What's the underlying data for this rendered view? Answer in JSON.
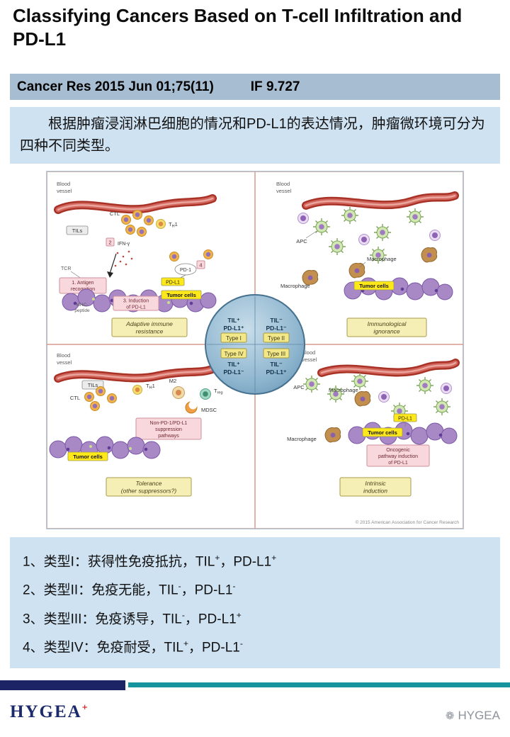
{
  "title": "Classifying Cancers Based on T-cell Infiltration and PD-L1",
  "citation": {
    "reference": "Cancer Res 2015 Jun 01;75(11)",
    "impact_factor": "IF 9.727"
  },
  "intro": "根据肿瘤浸润淋巴细胞的情况和PD-L1的表达情况，肿瘤微环境可分为四种不同类型。",
  "figure": {
    "copyright": "© 2015 American Association for Cancer Research",
    "shared": {
      "t": "T",
      "h_sub": "H",
      "one": "1",
      "reg_sub": "reg"
    },
    "center": {
      "til_pos": "TIL⁺",
      "til_neg": "TIL⁻",
      "pdl1_pos": "PD-L1⁺",
      "pdl1_neg": "PD-L1⁻",
      "type1": "Type I",
      "type2": "Type II",
      "type3": "Type III",
      "type4": "Type IV"
    },
    "tl": {
      "blood1": "Blood",
      "blood2": "vessel",
      "ctl": "CTL",
      "tils": "TILs",
      "step2": "2",
      "ifng": "IFN-γ",
      "tcr": "TCR",
      "pd1": "PD-1",
      "step4": "4",
      "step1_l1": "1. Antigen",
      "step1_l2": "recognition",
      "mhc_l1": "MHC-",
      "mhc_l2": "peptide",
      "pdl1": "PD-L1",
      "tumor": "Tumor cells",
      "step3_l1": "3. Induction",
      "step3_l2": "of PD-L1",
      "banner_l1": "Adaptive immune",
      "banner_l2": "resistance"
    },
    "tr": {
      "blood1": "Blood",
      "blood2": "vessel",
      "apc": "APC",
      "mac": "Macrophage",
      "tumor": "Tumor cells",
      "banner_l1": "Immunological",
      "banner_l2": "ignorance"
    },
    "bl": {
      "blood1": "Blood",
      "blood2": "vessel",
      "tils": "TILs",
      "ctl": "CTL",
      "m2": "M2",
      "mdsc": "MDSC",
      "supp_l1": "Non-PD-1/PD-L1",
      "supp_l2": "suppression",
      "supp_l3": "pathways",
      "tumor": "Tumor cells",
      "banner_l1": "Tolerance",
      "banner_l2": "(other suppressors?)"
    },
    "br": {
      "blood1": "Blood",
      "blood2": "vessel",
      "apc": "APC",
      "mac": "Macrophage",
      "pdl1": "PD-L1",
      "tumor": "Tumor cells",
      "onc_l1": "Oncogenic",
      "onc_l2": "pathway induction",
      "onc_l3": "of PD-L1",
      "banner_l1": "Intrinsic",
      "banner_l2": "induction"
    }
  },
  "conclusions": [
    {
      "t1": "1、类型I：获得性免疫抵抗，TIL",
      "s1": "+",
      "t2": "，PD-L1",
      "s2": "+"
    },
    {
      "t1": "2、类型II：免疫无能，TIL",
      "s1": "-",
      "t2": "，PD-L1",
      "s2": "-"
    },
    {
      "t1": "3、类型III：免疫诱导，TIL",
      "s1": "-",
      "t2": "，PD-L1",
      "s2": "+"
    },
    {
      "t1": "4、类型IV：免疫耐受，TIL",
      "s1": "+",
      "t2": "，PD-L1",
      "s2": "-"
    }
  ],
  "footer": {
    "logo_text": "HYGEA",
    "logo_mark": "+",
    "watermark_icon": "❁",
    "watermark_text": "HYGEA"
  },
  "colors": {
    "citation_bar": "#a7bed2",
    "info_panel": "#cfe2f2",
    "footer_navy": "#1c2466",
    "footer_teal": "#15949e",
    "tumor_label_yellow": "#ffe81a",
    "tumor_purple": "#a988c6",
    "center_circle_blue": "#8fb6cf"
  }
}
